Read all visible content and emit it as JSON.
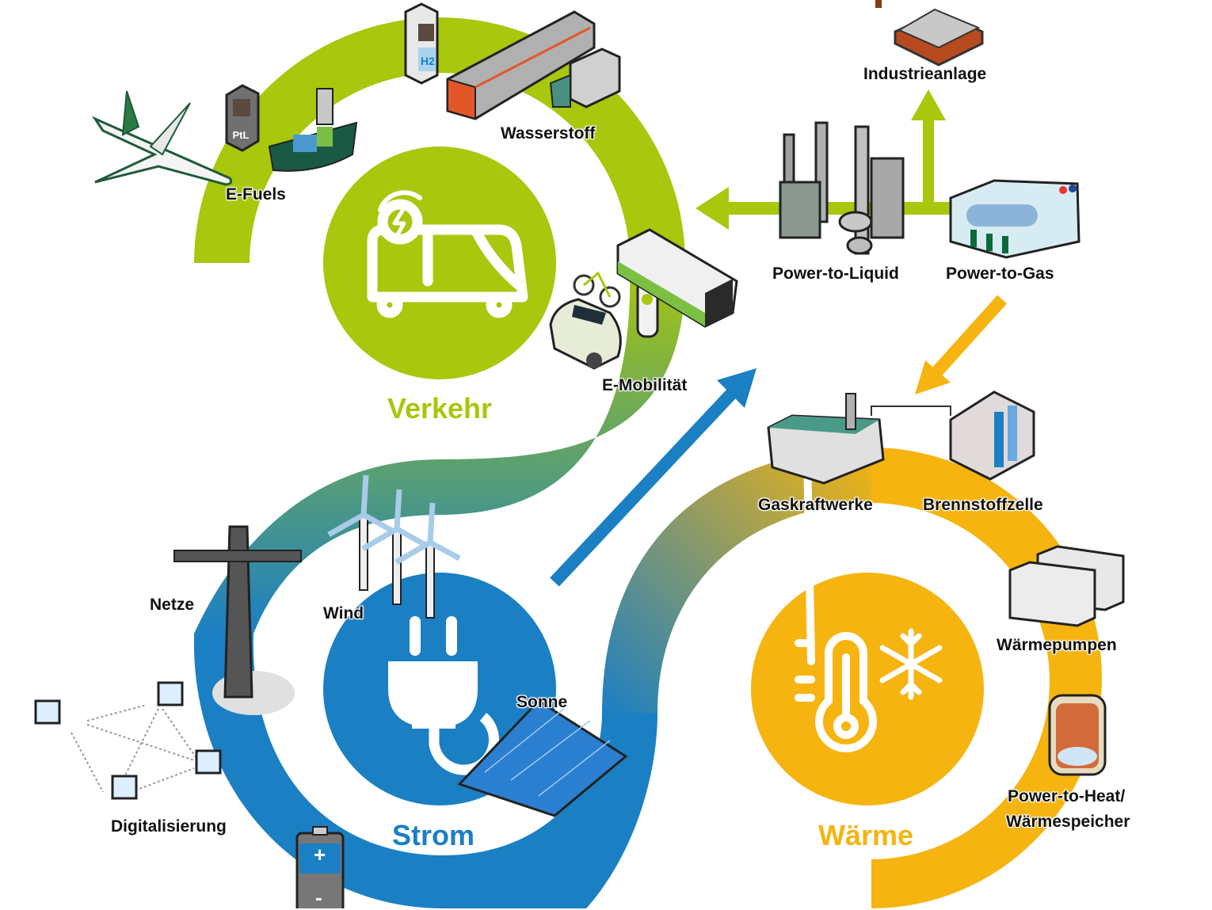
{
  "colors": {
    "verkehr": "#a8c70d",
    "strom": "#1b7fc4",
    "waerme": "#f5b40f",
    "label": "#111111",
    "icon_fill": "#ffffff"
  },
  "sectors": {
    "verkehr": {
      "title": "Verkehr",
      "icon": "electric-bus-icon"
    },
    "strom": {
      "title": "Strom",
      "icon": "power-plug-icon"
    },
    "waerme": {
      "title": "Wärme",
      "icon": "thermometer-snowflake-icon"
    }
  },
  "verkehr_items": [
    {
      "label": "E-Fuels",
      "icons": [
        "airplane-icon",
        "ptl-fuel-pump-icon",
        "cargo-ship-icon"
      ],
      "pump_text": "PtL"
    },
    {
      "label": "Wasserstoff",
      "icons": [
        "h2-fuel-pump-icon",
        "locomotive-icon",
        "truck-icon"
      ],
      "pump_text": "H2"
    },
    {
      "label": "E-Mobilität",
      "icons": [
        "e-bike-icon",
        "electric-car-icon",
        "charging-station-icon",
        "electric-bus-icon"
      ]
    }
  ],
  "conversion_items": [
    {
      "label": "Industrieanlage",
      "icon": "factory-icon"
    },
    {
      "label": "Power-to-Liquid",
      "icon": "refinery-icon"
    },
    {
      "label": "Power-to-Gas",
      "icon": "electrolyzer-icon"
    }
  ],
  "waerme_items": [
    {
      "label": "Gaskraftwerke",
      "icon": "gas-power-plant-icon"
    },
    {
      "label": "Brennstoffzelle",
      "icon": "fuel-cell-icon"
    },
    {
      "label": "Wärmepumpen",
      "icon": "heat-pump-icon"
    },
    {
      "label": "Power-to-Heat/",
      "label2": "Wärmespeicher",
      "icon": "heat-storage-tank-icon"
    }
  ],
  "strom_items": [
    {
      "label": "Netze",
      "icon": "power-pylon-icon"
    },
    {
      "label": "Wind",
      "icon": "wind-turbine-icon"
    },
    {
      "label": "Sonne",
      "icon": "solar-panel-icon"
    },
    {
      "label": "Digitalisierung",
      "icon": "laptop-network-icon"
    },
    {
      "label": "",
      "icon": "battery-icon",
      "plus": "+",
      "minus": "-"
    }
  ]
}
